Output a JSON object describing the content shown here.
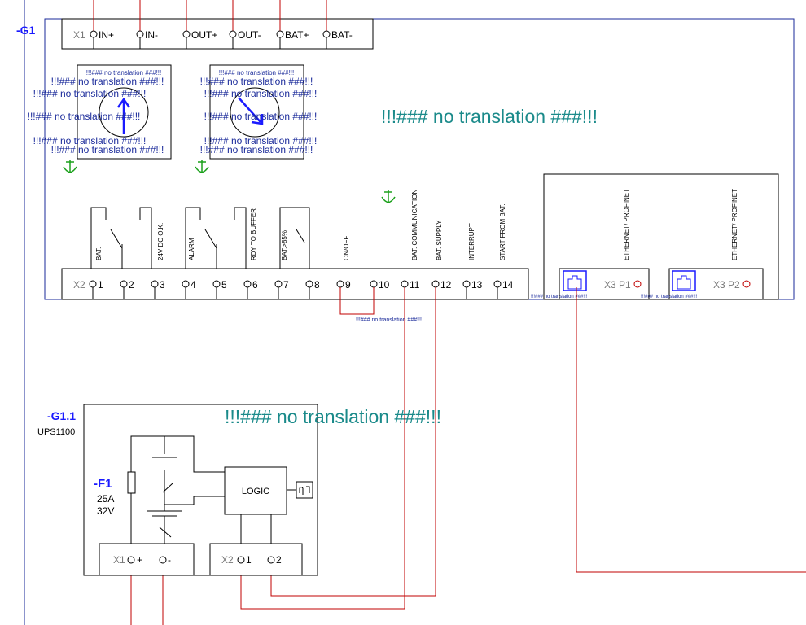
{
  "device_g1": {
    "id": "-G1",
    "x1": {
      "label": "X1",
      "terminals": [
        "IN+",
        "IN-",
        "OUT+",
        "OUT-",
        "BAT+",
        "BAT-"
      ]
    },
    "x2": {
      "label": "X2",
      "terminals": [
        "1",
        "2",
        "3",
        "4",
        "5",
        "6",
        "7",
        "8",
        "9",
        "10",
        "11",
        "12",
        "13",
        "14"
      ]
    },
    "signal_labels": [
      "BAT.",
      "24V DC O.K.",
      "ALARM",
      "RDY TO BUFFER",
      "BAT.>85%",
      "ON/OFF",
      ".",
      "BAT. COMMUNICATION",
      "BAT. SUPPLY",
      "INTERRUPT",
      "START FROM BAT."
    ],
    "ports": [
      {
        "label": "X3 P1",
        "caption": "ETHERNET/ PROFINET"
      },
      {
        "label": "X3 P2",
        "caption": "ETHERNET/ PROFINET"
      }
    ]
  },
  "device_g11": {
    "id": "-G1.1",
    "model": "UPS1100",
    "fuse": {
      "id": "-F1",
      "rating_a": "25A",
      "rating_v": "32V"
    },
    "logic_label": "LOGIC",
    "x1": {
      "label": "X1",
      "terminals": [
        "+",
        "-"
      ]
    },
    "x2": {
      "label": "X2",
      "terminals": [
        "1",
        "2"
      ]
    }
  },
  "untranslated": "!!!### no translation ###!!!",
  "colors": {
    "frame": "#1a2a9a",
    "wire": "#c00000",
    "accent": "#1a1aff",
    "teal": "#1a8a8a"
  }
}
